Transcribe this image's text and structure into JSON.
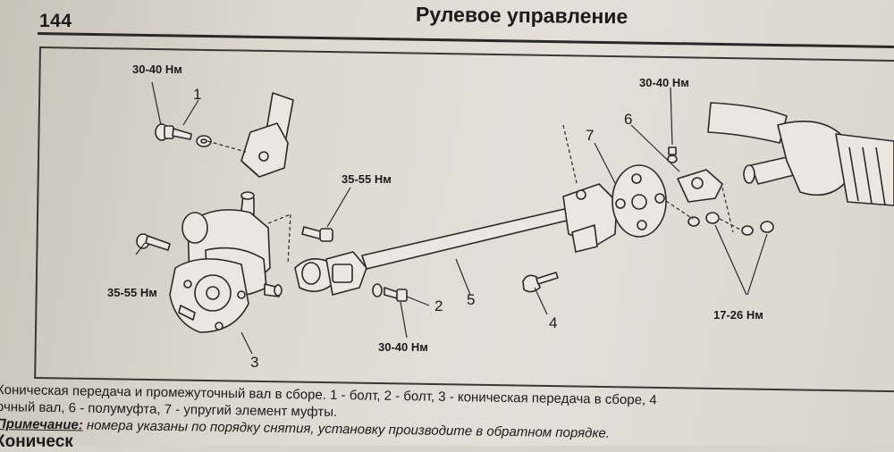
{
  "header": {
    "page_number": "144",
    "section_title": "Рулевое управление"
  },
  "figure": {
    "torques": {
      "bolt1": "30-40 Нм",
      "upper_right": "30-40 Нм",
      "bolt_mid": "35-55 Нм",
      "bolt_left": "35-55 Нм",
      "bolt2": "30-40 Нм",
      "nuts": "17-26 Нм"
    },
    "callouts": [
      "1",
      "2",
      "3",
      "4",
      "5",
      "6",
      "7"
    ]
  },
  "caption": {
    "line1": "Коническая передача и промежуточный вал в сборе. 1 - болт, 2 - болт, 3 - коническая передача в сборе, 4",
    "line2": "очный вал, 6 - полумуфта, 7 - упругий элемент муфты.",
    "note_label": "Примечание:",
    "note_text": " номера указаны по порядку снятия, установку производите в обратном порядке."
  },
  "footer": {
    "fragment": "Коническ"
  }
}
